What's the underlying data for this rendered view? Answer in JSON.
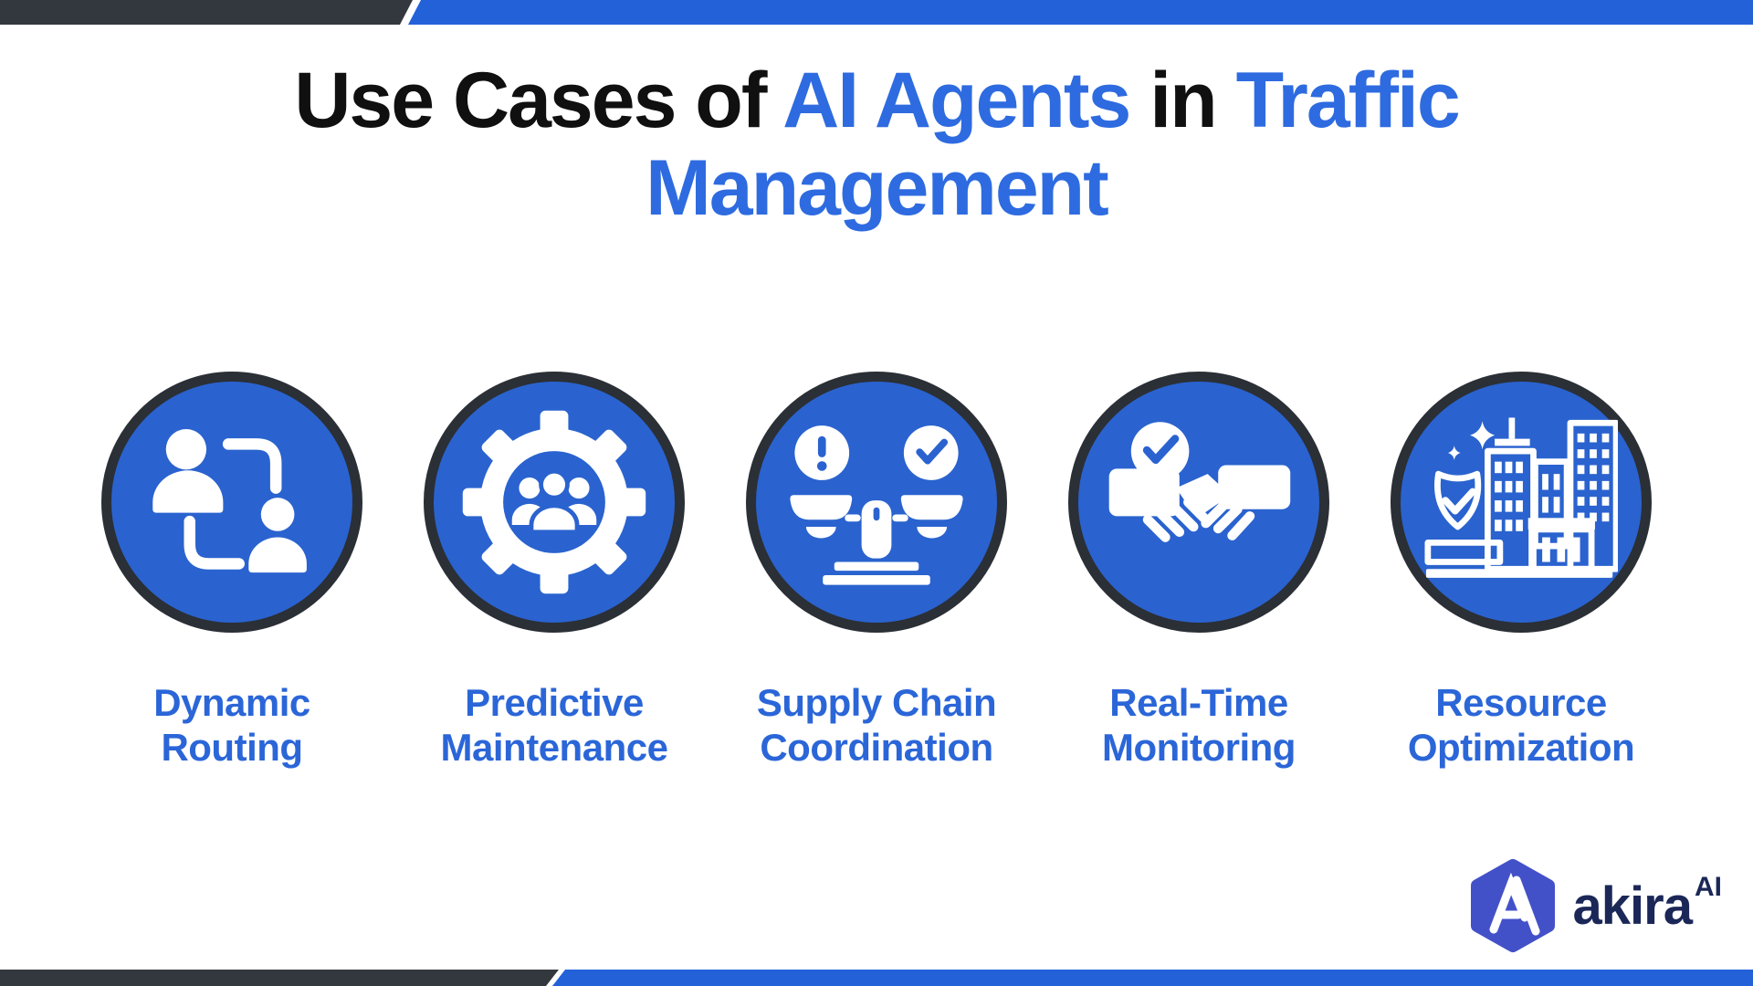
{
  "title": {
    "black1": "Use Cases of",
    "blue1": "AI Agents",
    "black2": "in",
    "blue2": "Traffic",
    "line2": "Management"
  },
  "use_cases": [
    {
      "line1": "Dynamic",
      "line2": "Routing",
      "icon": "people-exchange-icon"
    },
    {
      "line1": "Predictive",
      "line2": "Maintenance",
      "icon": "gear-team-icon"
    },
    {
      "line1": "Supply Chain",
      "line2": "Coordination",
      "icon": "balance-scale-icon"
    },
    {
      "line1": "Real-Time",
      "line2": "Monitoring",
      "icon": "handshake-check-icon"
    },
    {
      "line1": "Resource",
      "line2": "Optimization",
      "icon": "city-shield-icon"
    }
  ],
  "logo": {
    "brand": "akira",
    "superscript": "AI"
  },
  "colors": {
    "circle_blue": "#2a63cf",
    "circle_ring_dark": "#2b2f36",
    "bar_dark": "#33373e",
    "bar_blue": "#2361d9",
    "title_dark": "#101010",
    "title_blue": "#2e6be0",
    "label_blue": "#2b66d8",
    "logo_hexagon_blue": "#4351c9",
    "logo_text_navy": "#1b2757"
  }
}
